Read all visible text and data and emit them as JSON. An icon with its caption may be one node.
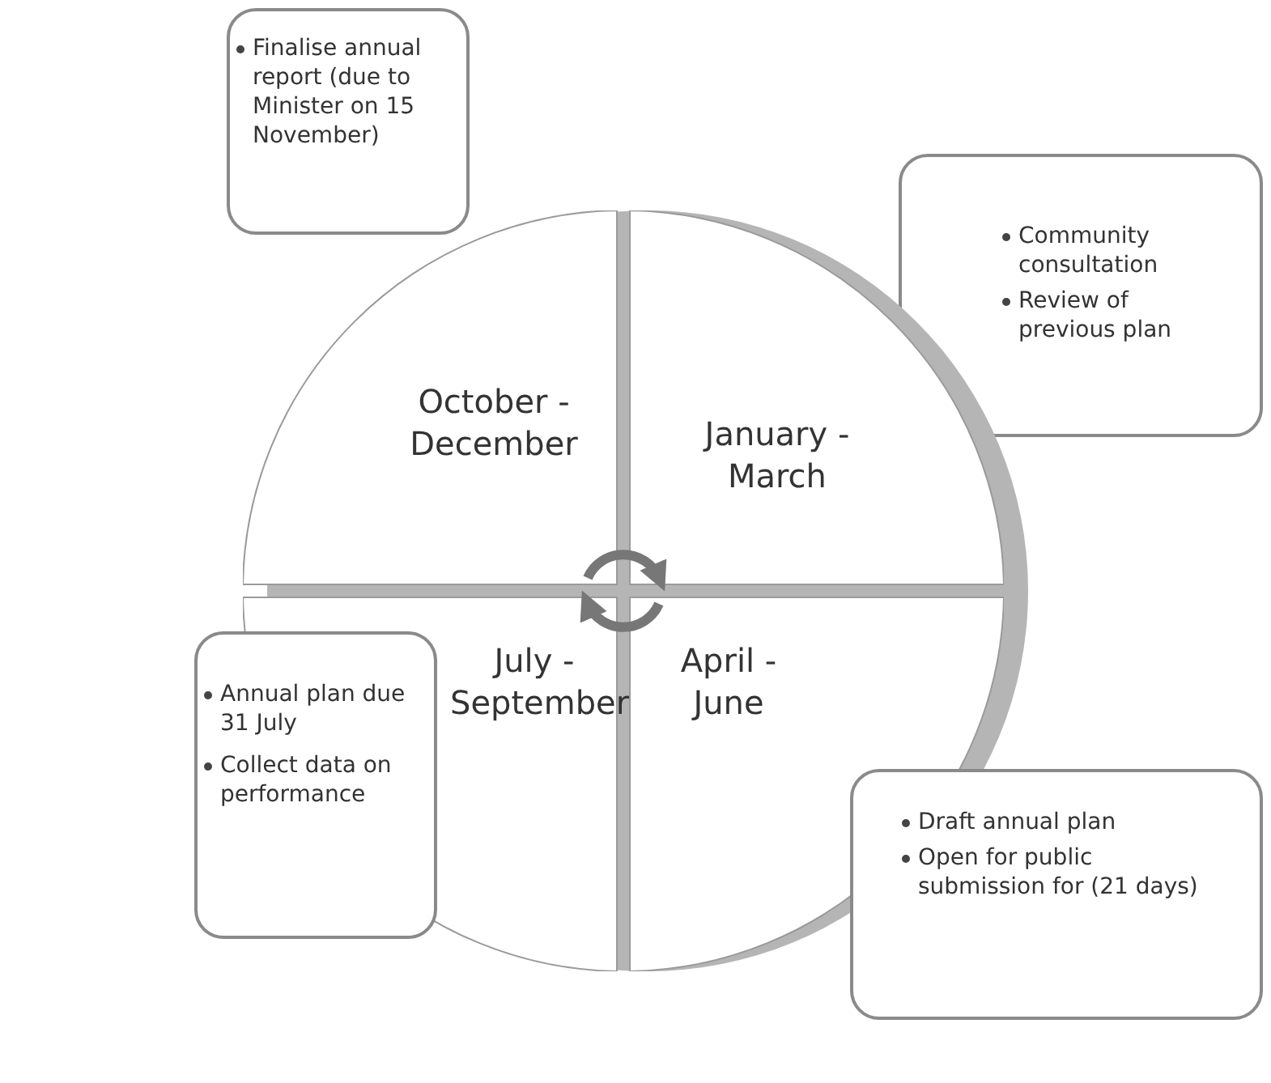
{
  "diagram": {
    "nodes": [
      {
        "text": [
          "Finalise annual report (due to Minister on 15 November)"
        ]
      },
      {
        "text": [
          "Community consultation",
          "Review of previous plan"
        ]
      },
      {
        "text": [
          "October - December"
        ]
      },
      {
        "text": [
          "January - March"
        ]
      },
      {
        "text": [
          "Annual plan due 31 July",
          "Collect data on performance"
        ]
      },
      {
        "text": [
          "July - September"
        ]
      },
      {
        "text": [
          "April - June"
        ]
      },
      {
        "text": [
          "Draft annual plan",
          "Open for public submission for (21 days)"
        ]
      }
    ],
    "edges": [
      {
        "from": 2,
        "to": 3,
        "arrow": "to"
      },
      {
        "from": 6,
        "to": 5,
        "arrow": "to"
      }
    ]
  }
}
